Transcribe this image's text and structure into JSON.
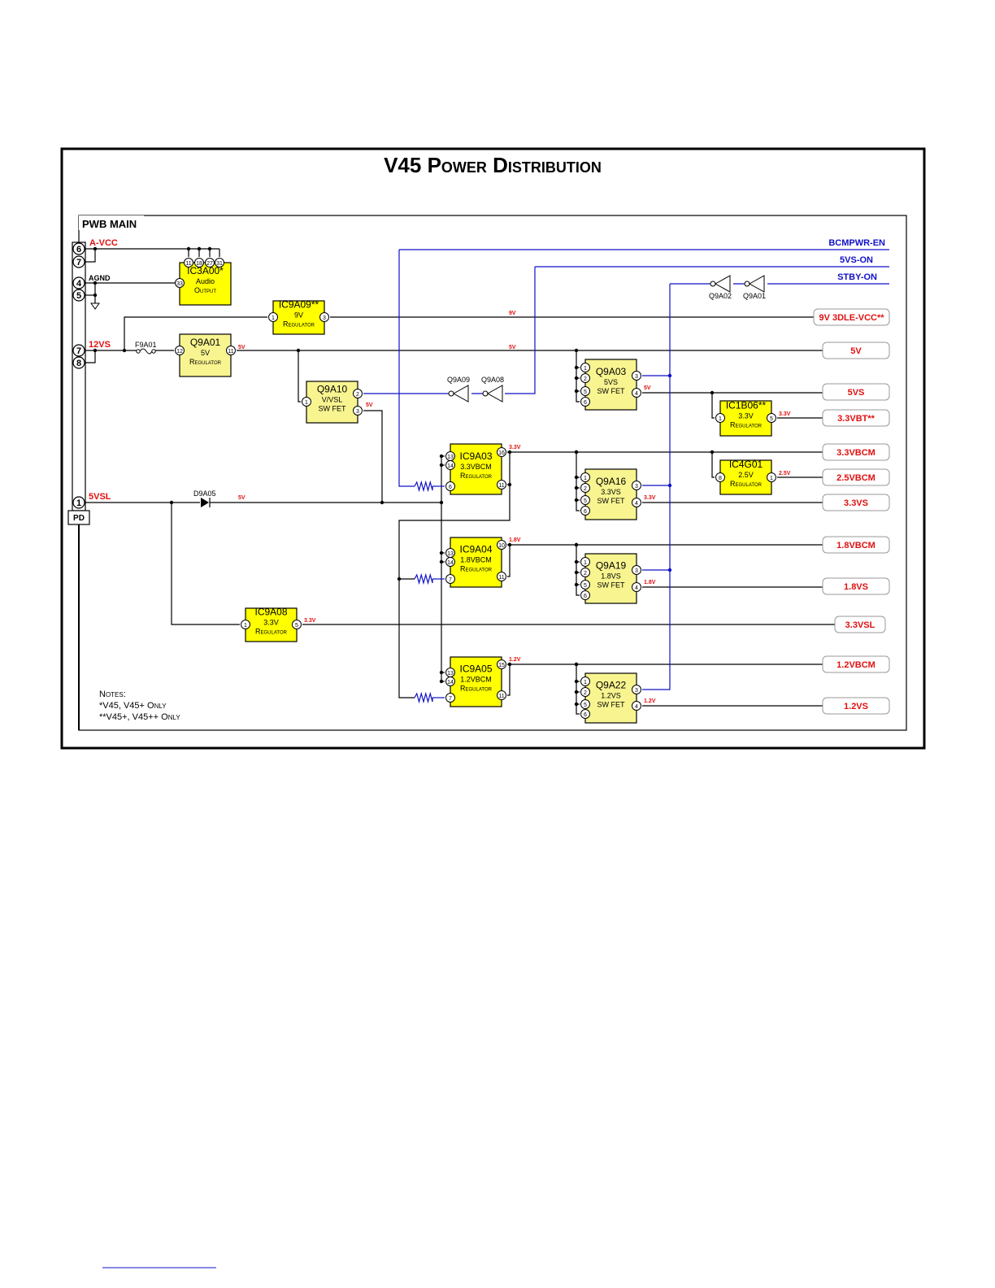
{
  "title": "V45 Power Distribution",
  "board_label": "PWB MAIN",
  "connector": {
    "pins": [
      "6",
      "7",
      "4",
      "5",
      "7",
      "8",
      "1"
    ],
    "pd_label": "PD",
    "nets": {
      "avcc": "A-VCC",
      "agnd": "AGND",
      "v12": "12VS",
      "v5sl": "5VSL"
    }
  },
  "components": {
    "IC3A00": {
      "lines": [
        "IC3A00*",
        "Audio",
        "Output"
      ],
      "pins": [
        "11",
        "18",
        "27",
        "31",
        "33"
      ]
    },
    "IC9A09": {
      "lines": [
        "IC9A09**",
        "9V",
        "Regulator"
      ],
      "pins": [
        "1",
        "3"
      ]
    },
    "Q9A01": {
      "lines": [
        "Q9A01",
        "5V",
        "Regulator"
      ],
      "pins": [
        "12",
        "11"
      ]
    },
    "Q9A10": {
      "lines": [
        "Q9A10",
        "V/VSL",
        "SW FET"
      ],
      "pins": [
        "2",
        "1",
        "3"
      ]
    },
    "IC9A03": {
      "lines": [
        "IC9A03",
        "3.3VBCM",
        "Regulator"
      ],
      "pins": [
        "13",
        "14",
        "6",
        "16",
        "11"
      ]
    },
    "Q9A03": {
      "lines": [
        "Q9A03",
        "5VS",
        "SW FET"
      ],
      "pins": [
        "1",
        "2",
        "5",
        "6",
        "3",
        "4"
      ]
    },
    "IC1B06": {
      "lines": [
        "IC1B06**",
        "3.3V",
        "Regulator"
      ],
      "pins": [
        "1",
        "5"
      ]
    },
    "IC4G01": {
      "lines": [
        "IC4G01",
        "2.5V",
        "Regulator"
      ],
      "pins": [
        "8",
        "1"
      ]
    },
    "Q9A16": {
      "lines": [
        "Q9A16",
        "3.3VS",
        "SW FET"
      ],
      "pins": [
        "1",
        "2",
        "5",
        "6",
        "3",
        "4"
      ]
    },
    "IC9A04": {
      "lines": [
        "IC9A04",
        "1.8VBCM",
        "Regulator"
      ],
      "pins": [
        "13",
        "14",
        "7",
        "10",
        "11"
      ]
    },
    "Q9A19": {
      "lines": [
        "Q9A19",
        "1.8VS",
        "SW FET"
      ],
      "pins": [
        "1",
        "2",
        "5",
        "6",
        "3",
        "4"
      ]
    },
    "IC9A08": {
      "lines": [
        "IC9A08",
        "3.3V",
        "Regulator"
      ],
      "pins": [
        "1",
        "5"
      ]
    },
    "IC9A05": {
      "lines": [
        "IC9A05",
        "1.2VBCM",
        "Regulator"
      ],
      "pins": [
        "13",
        "14",
        "7",
        "15",
        "11"
      ]
    },
    "Q9A22": {
      "lines": [
        "Q9A22",
        "1.2VS",
        "SW FET"
      ],
      "pins": [
        "1",
        "2",
        "5",
        "6",
        "3",
        "4"
      ]
    }
  },
  "parts": {
    "fuse": "F9A01",
    "diode": "D9A05",
    "inv_q9a09": "Q9A09",
    "inv_q9a08": "Q9A08",
    "inv_q9a02": "Q9A02",
    "inv_q9a01": "Q9A01"
  },
  "control_signals": {
    "bcmpwr_en": "BCMPWR-EN",
    "vs_on": "5VS-ON",
    "stby_on": "STBY-ON"
  },
  "outputs": {
    "o9v": "9V 3DLE-VCC**",
    "o5v": "5V",
    "o5vs": "5VS",
    "o33vbt": "3.3VBT**",
    "o33vbcm": "3.3VBCM",
    "o25vbcm": "2.5VBCM",
    "o33vs": "3.3VS",
    "o18vbcm": "1.8VBCM",
    "o18vs": "1.8VS",
    "o33vsl": "3.3VSL",
    "o12vbcm": "1.2VBCM",
    "o12vs": "1.2VS"
  },
  "voltage_tags": {
    "t9v": "9V",
    "t5v_a": "5V",
    "t5v_b": "5V",
    "t5v_c": "5V",
    "t5v_d": "5V",
    "t5v_e": "5V",
    "t33_a": "3.3V",
    "t33_b": "3.3V",
    "t33_c": "3.3V",
    "t33_d": "3.3V",
    "t25": "2.5V",
    "t18_a": "1.8V",
    "t18_b": "1.8V",
    "t12_a": "1.2V",
    "t12_b": "1.2V"
  },
  "notes": [
    "Notes:",
    "*V45, V45+ Only",
    "**V45+, V45++ Only"
  ],
  "colors": {
    "wire": "#000000",
    "control": "#1010c8",
    "label_red": "#e01010",
    "ic_yellow": "#ffff00",
    "fet_yellow": "#f8f490"
  }
}
